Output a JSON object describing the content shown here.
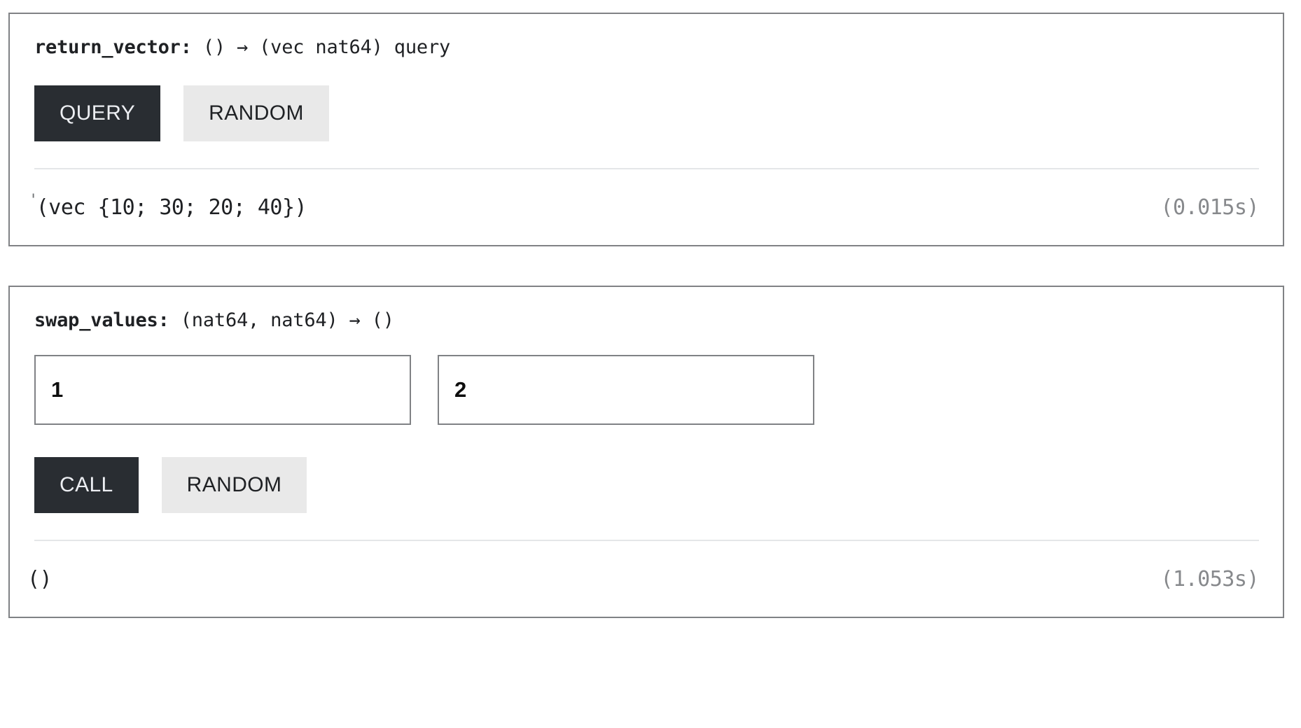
{
  "cards": [
    {
      "id": "return-vector",
      "signature": {
        "name": "return_vector:",
        "rest": " () → (vec nat64) query"
      },
      "inputs": [],
      "buttons": {
        "primary": "QUERY",
        "secondary": "RANDOM"
      },
      "result": {
        "leading_mark": "'",
        "value": "(vec {10; 30; 20; 40})",
        "timing": "(0.015s)"
      }
    },
    {
      "id": "swap-values",
      "signature": {
        "name": "swap_values:",
        "rest": " (nat64, nat64) → ()"
      },
      "inputs": [
        {
          "name": "arg-0",
          "value": "1",
          "placeholder": ""
        },
        {
          "name": "arg-1",
          "value": "2",
          "placeholder": ""
        }
      ],
      "buttons": {
        "primary": "CALL",
        "secondary": "RANDOM"
      },
      "result": {
        "leading_mark": "",
        "value": "()",
        "timing": "(1.053s)"
      }
    }
  ],
  "colors": {
    "primary_button_bg": "#292d32",
    "primary_button_text": "#eceef2",
    "secondary_button_bg": "#e9e9e9",
    "secondary_button_text": "#1f2124",
    "card_border": "#808285",
    "divider": "#e4e6e8",
    "timing_text": "#87898c",
    "body_text": "#1f2124"
  }
}
